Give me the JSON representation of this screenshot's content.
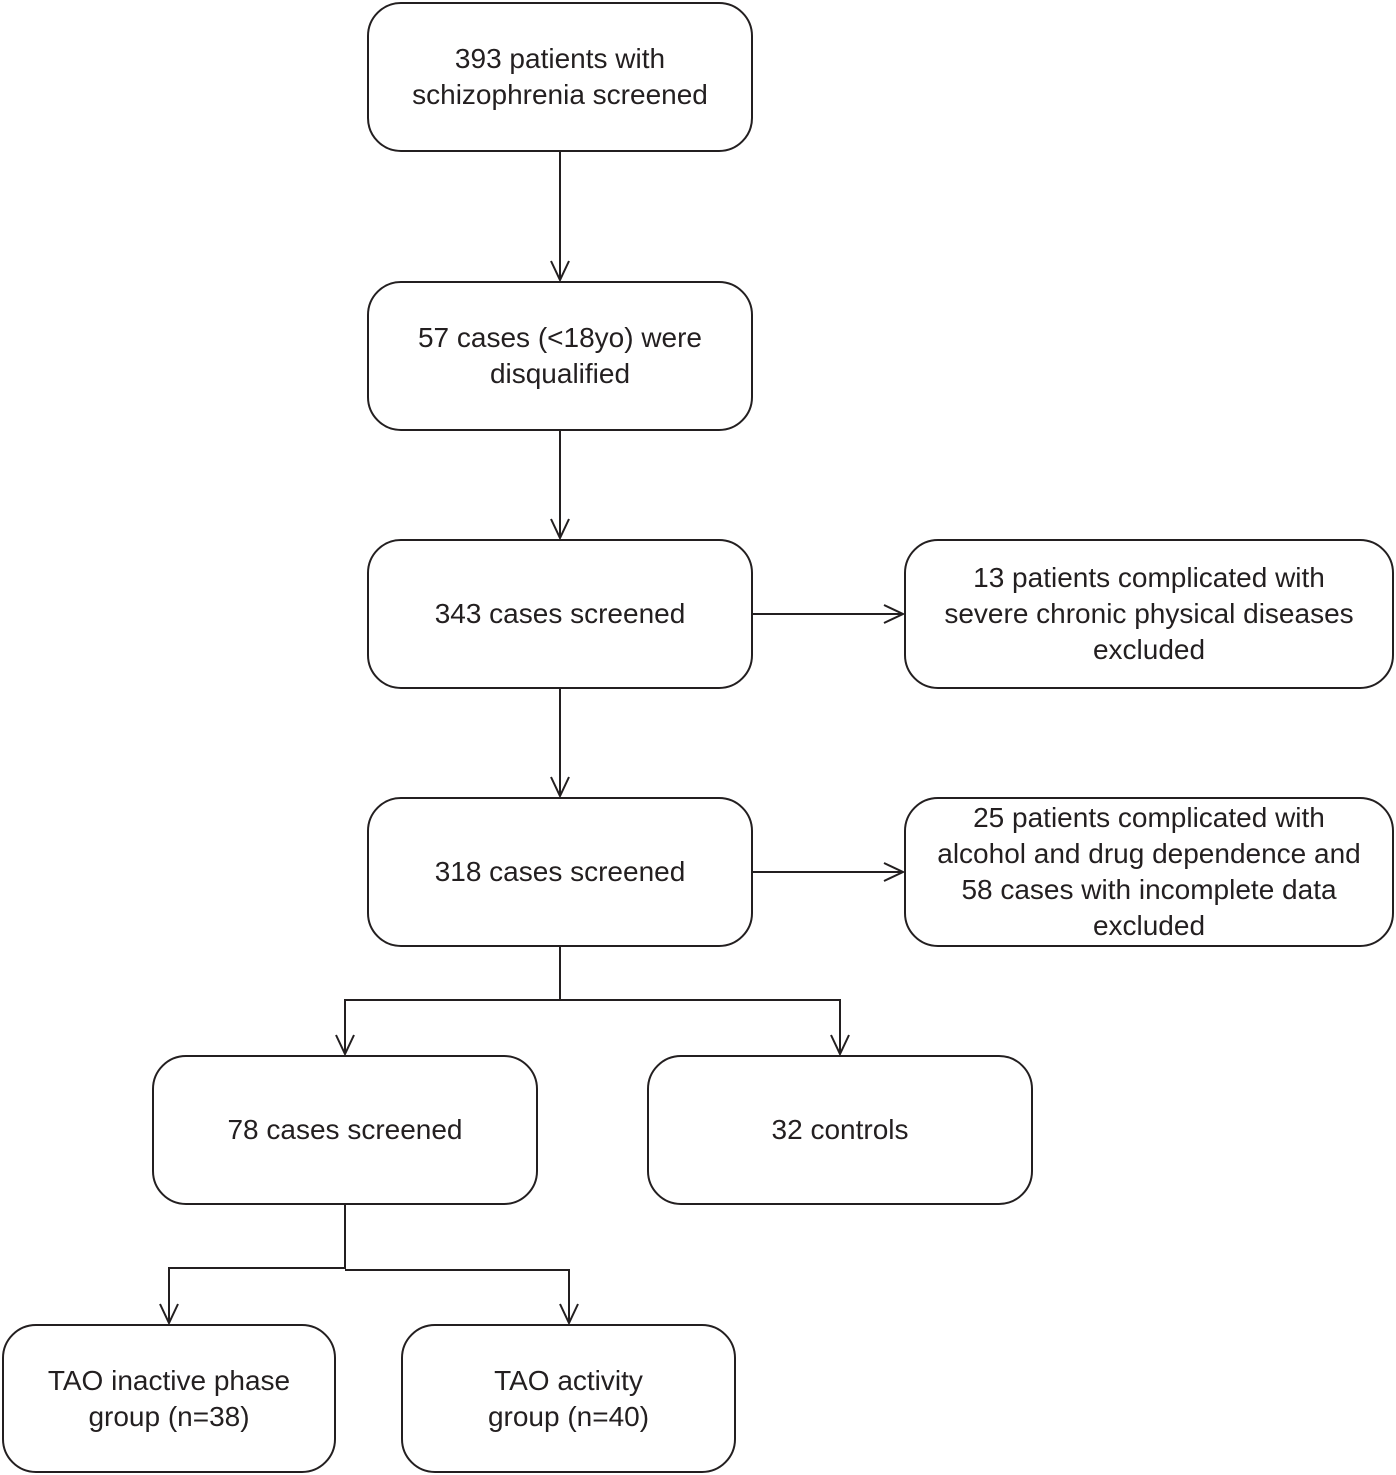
{
  "colors": {
    "stroke": "#231f20",
    "background": "#ffffff",
    "text": "#231f20"
  },
  "nodes": {
    "screened_393": {
      "lines": [
        "393 patients with",
        "schizophrenia screened"
      ]
    },
    "disqualified_57": {
      "lines": [
        "57 cases (<18yo) were",
        "disqualified"
      ]
    },
    "screened_343": {
      "lines": [
        "343 cases screened"
      ]
    },
    "excluded_13": {
      "lines": [
        "13 patients complicated with",
        "severe chronic physical diseases",
        "excluded"
      ]
    },
    "screened_318": {
      "lines": [
        "318 cases screened"
      ]
    },
    "excluded_25_58": {
      "lines": [
        "25 patients complicated with",
        "alcohol and drug dependence and",
        "58 cases with incomplete data",
        "excluded"
      ]
    },
    "screened_78": {
      "lines": [
        "78 cases screened"
      ]
    },
    "controls_32": {
      "lines": [
        "32 controls"
      ]
    },
    "tao_inactive": {
      "lines": [
        "TAO inactive phase",
        "group (n=38)"
      ]
    },
    "tao_active": {
      "lines": [
        "TAO activity",
        "group (n=40)"
      ]
    }
  }
}
